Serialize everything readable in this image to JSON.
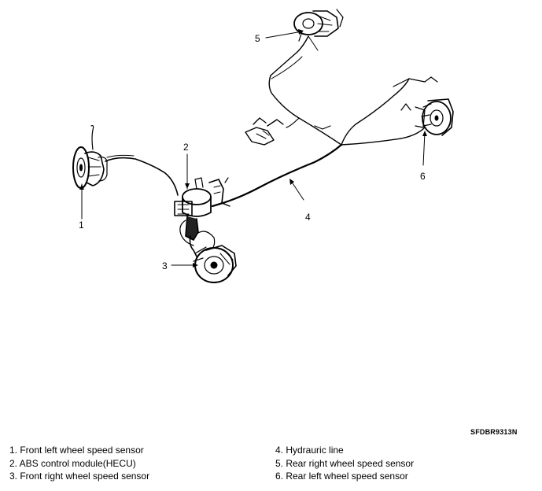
{
  "diagram": {
    "callouts": [
      "1",
      "2",
      "3",
      "4",
      "5",
      "6"
    ],
    "reference_code": "SFDBR9313N"
  },
  "legend": {
    "left": [
      "1. Front left wheel speed sensor",
      "2. ABS control module(HECU)",
      "3. Front right wheel speed sensor"
    ],
    "right": [
      "4. Hydrauric line",
      "5. Rear right wheel speed sensor",
      "6. Rear left wheel speed sensor"
    ]
  }
}
